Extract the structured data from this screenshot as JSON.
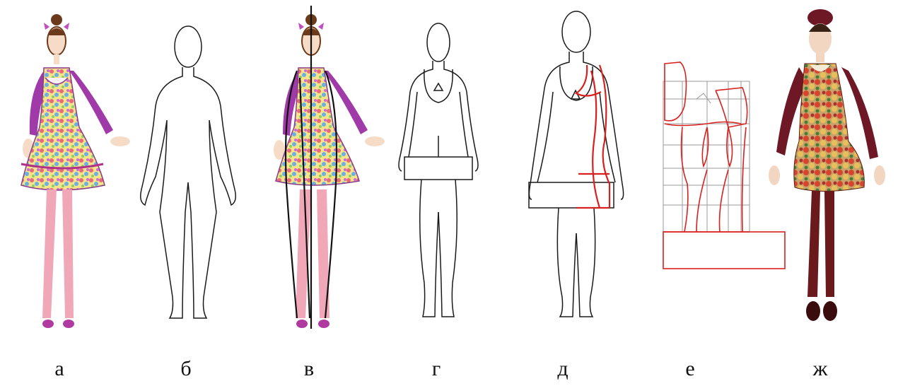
{
  "captions": [
    "а",
    "б",
    "в",
    "г",
    "д",
    "е",
    "ж"
  ],
  "colors": {
    "outline": "#1a1a1a",
    "pattern_red": "#d8201e",
    "sleeve_purple": "#a03aa8",
    "tights_pink": "#e88aa8",
    "photo_sleeve": "#6e1826",
    "photo_tights": "#6a1a1c"
  }
}
